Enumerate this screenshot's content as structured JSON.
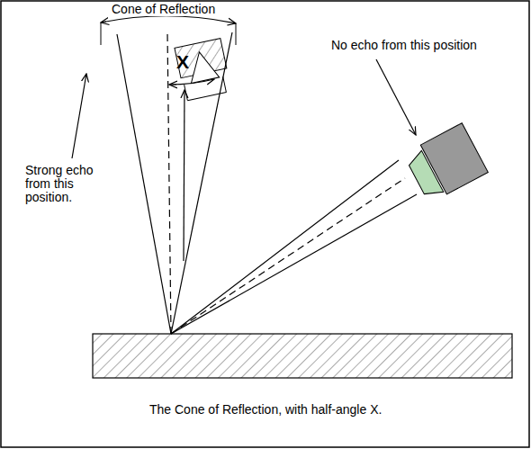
{
  "diagram": {
    "caption": "The Cone of Reflection, with half-angle X.",
    "labels": [
      "Cone of Reflection",
      "X",
      "Strong echo from this position.",
      "No echo from this position"
    ]
  }
}
